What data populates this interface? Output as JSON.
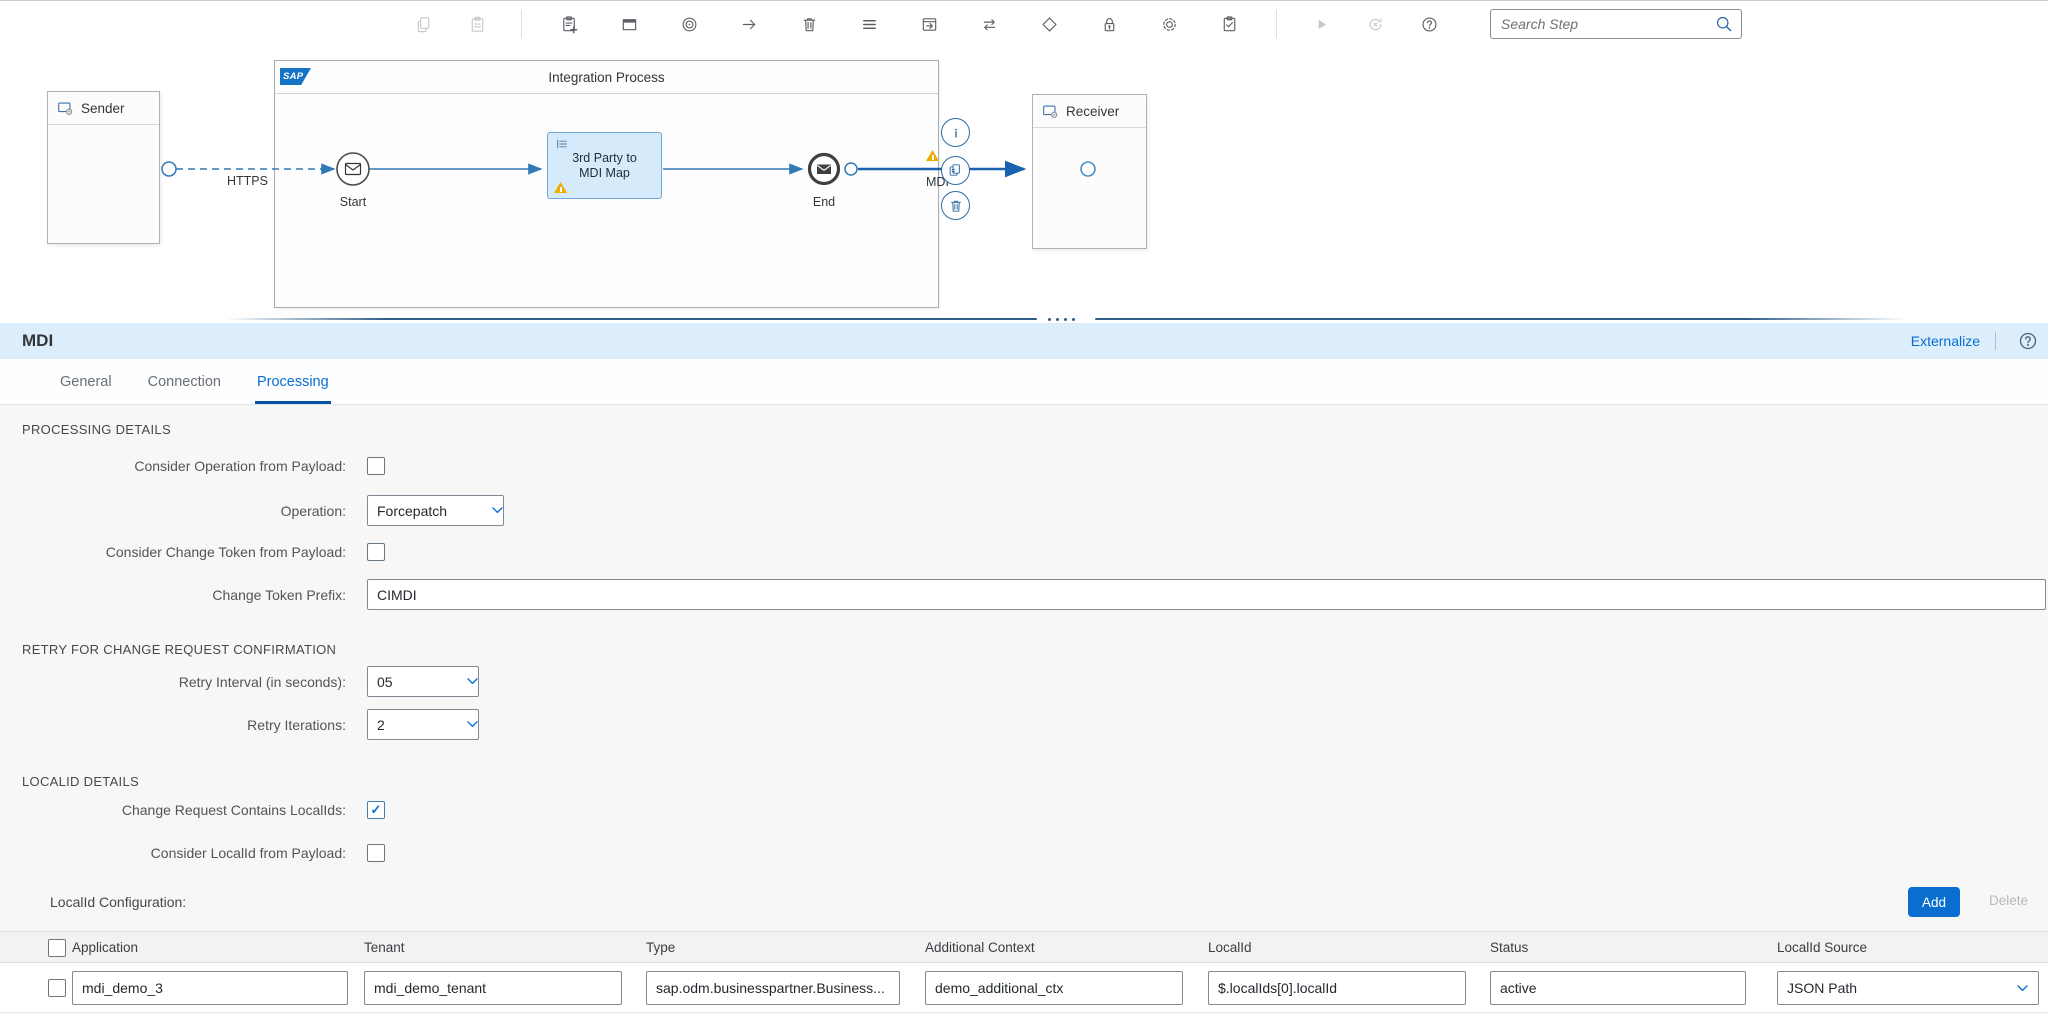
{
  "colors": {
    "accent": "#0a6ed1",
    "panel_header_bg": "#dcedfc",
    "flow_blue": "#3079b5",
    "flow_dark_blue": "#1a62ad",
    "warning_orange": "#f0ab00",
    "task_fill": "#d5eafb",
    "add_button_bg": "#0a6ed1"
  },
  "toolbar": {
    "search": {
      "placeholder": "Search Step",
      "icon": "search"
    },
    "groups": [
      {
        "items": [
          {
            "name": "copy",
            "disabled": true
          },
          {
            "name": "paste",
            "disabled": true
          }
        ]
      },
      {
        "items": [
          {
            "name": "add-step"
          },
          {
            "name": "participant"
          },
          {
            "name": "event"
          },
          {
            "name": "connector"
          },
          {
            "name": "delete"
          },
          {
            "name": "menu"
          },
          {
            "name": "process-call"
          },
          {
            "name": "swap"
          },
          {
            "name": "gateway"
          },
          {
            "name": "lock"
          },
          {
            "name": "settings"
          },
          {
            "name": "checklist"
          }
        ]
      },
      {
        "items": [
          {
            "name": "run",
            "disabled": true
          },
          {
            "name": "revert",
            "disabled": true
          },
          {
            "name": "help"
          }
        ]
      }
    ]
  },
  "diagram": {
    "sender": {
      "label": "Sender",
      "icon": "system"
    },
    "receiver": {
      "label": "Receiver",
      "icon": "system"
    },
    "process": {
      "title": "Integration Process",
      "logo_text": "SAP"
    },
    "start_event": {
      "label": "Start"
    },
    "end_event": {
      "label": "End"
    },
    "task": {
      "label_line1": "3rd Party to",
      "label_line2": "MDI Map",
      "icon": "mapping",
      "warning": true
    },
    "sender_channel_label": "HTTPS",
    "receiver_channel_label": "MDI",
    "floating_actions": [
      {
        "name": "info",
        "icon": "info"
      },
      {
        "name": "duplicate",
        "icon": "pages"
      },
      {
        "name": "delete",
        "icon": "delete"
      }
    ]
  },
  "panel": {
    "title": "MDI",
    "externalize_label": "Externalize",
    "help_icon": "help",
    "tabs": [
      {
        "label": "General",
        "active": false
      },
      {
        "label": "Connection",
        "active": false
      },
      {
        "label": "Processing",
        "active": true
      }
    ]
  },
  "form": {
    "processing_details": {
      "title": "PROCESSING DETAILS",
      "consider_operation_label": "Consider Operation from Payload:",
      "consider_operation_checked": false,
      "operation_label": "Operation:",
      "operation_value": "Forcepatch",
      "consider_change_token_label": "Consider Change Token from Payload:",
      "consider_change_token_checked": false,
      "change_token_prefix_label": "Change Token Prefix:",
      "change_token_prefix_value": "CIMDI"
    },
    "retry": {
      "title": "RETRY FOR CHANGE REQUEST CONFIRMATION",
      "retry_interval_label": "Retry Interval (in seconds):",
      "retry_interval_value": "05",
      "retry_iterations_label": "Retry Iterations:",
      "retry_iterations_value": "2"
    },
    "localid_details": {
      "title": "LOCALID DETAILS",
      "contains_localids_label": "Change Request Contains LocalIds:",
      "contains_localids_checked": true,
      "consider_localid_label": "Consider LocalId from Payload:",
      "consider_localid_checked": false
    },
    "localid_configuration": {
      "label": "LocalId Configuration:",
      "add_label": "Add",
      "delete_label": "Delete",
      "columns": [
        "Application",
        "Tenant",
        "Type",
        "Additional Context",
        "LocalId",
        "Status",
        "LocalId Source"
      ],
      "rows": [
        {
          "application": "mdi_demo_3",
          "tenant": "mdi_demo_tenant",
          "type": "sap.odm.businesspartner.Business...",
          "additional_context": "demo_additional_ctx",
          "localid": "$.localIds[0].localId",
          "status": "active",
          "localid_source": "JSON Path"
        }
      ]
    }
  }
}
